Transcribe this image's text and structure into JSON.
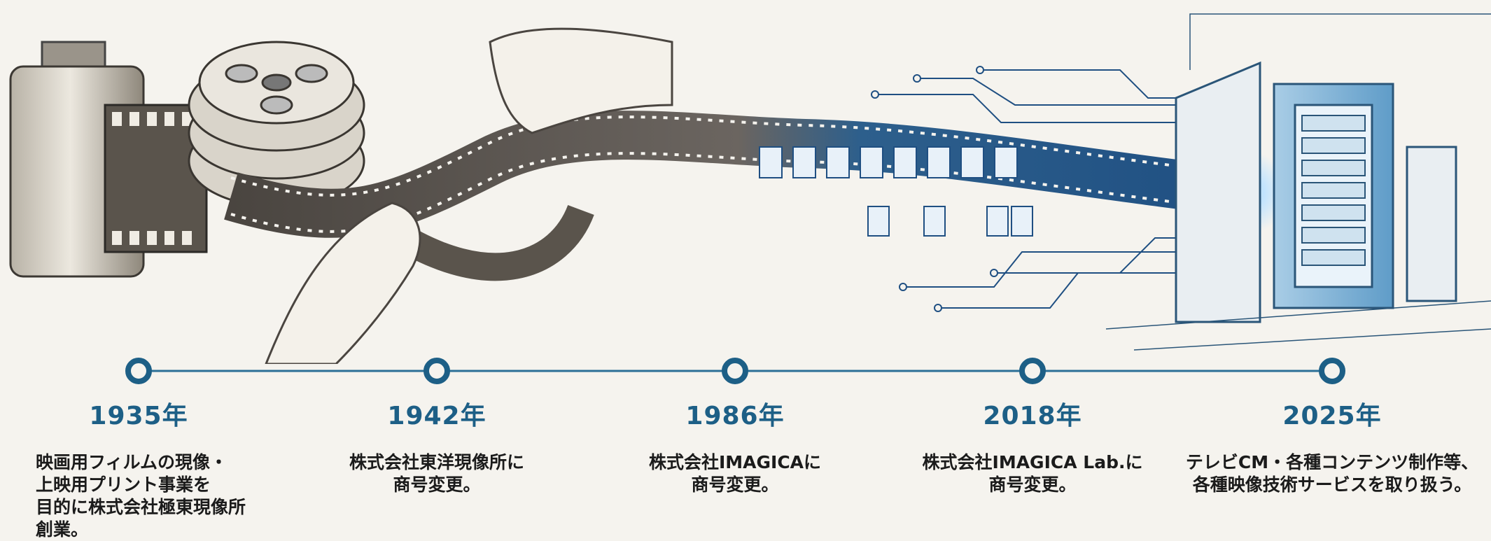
{
  "milestones": [
    {
      "year": "1935年",
      "text": "映画用フィルムの現像・\n上映用プリント事業を\n目的に株式会社極東現像所\n創業。"
    },
    {
      "year": "1942年",
      "text": "株式会社東洋現像所に\n商号変更。"
    },
    {
      "year": "1986年",
      "text": "株式会社IMAGICAに\n商号変更。"
    },
    {
      "year": "2018年",
      "text": "株式会社IMAGICA Lab.に\n商号変更。"
    },
    {
      "year": "2025年",
      "text": "テレビCM・各種コンテンツ制作等、\n各種映像技術サービスを取り扱う。"
    }
  ],
  "colors": {
    "accent": "#1d5f86",
    "line": "#2b6f97",
    "background": "#f5f3ee"
  },
  "icons": [
    "film-canister-icon",
    "film-reels-icon",
    "hands-holding-film-icon",
    "film-strip-icon",
    "document-icon",
    "circuit-lines-icon",
    "server-rack-icon"
  ]
}
